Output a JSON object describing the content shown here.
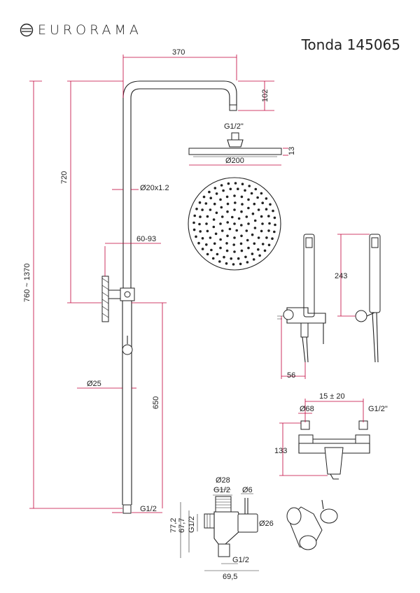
{
  "header": {
    "brand": "EURORAMA",
    "brand_icon": "eurorama-logo-icon",
    "model": "Tonda 145065"
  },
  "dimensions": {
    "arm_length": "370",
    "arm_drop": "102",
    "head_thread": "G1/2\"",
    "head_thickness": "13",
    "head_diameter": "Ø200",
    "riser_upper": "720",
    "riser_total": "760 ~ 1370",
    "tube": "Ø20x1.2",
    "slider_range": "60-93",
    "lower_tube": "Ø25",
    "lower_length": "650",
    "bottom_thread": "G1/2",
    "hand_length": "243",
    "holder_offset": "56",
    "centers": "15 ± 20",
    "eccentric_dia": "Ø68",
    "mixer_thread": "G1/2\"",
    "mixer_height": "133",
    "div_dia28": "Ø28",
    "div_g12_top": "G1/2",
    "div_dia6": "Ø6",
    "div_h772": "77,2",
    "div_h677": "67,7",
    "div_g12_side": "G1/2",
    "div_dia26": "Ø26",
    "div_g12_bottom": "G1/2",
    "div_width": "69,5"
  }
}
